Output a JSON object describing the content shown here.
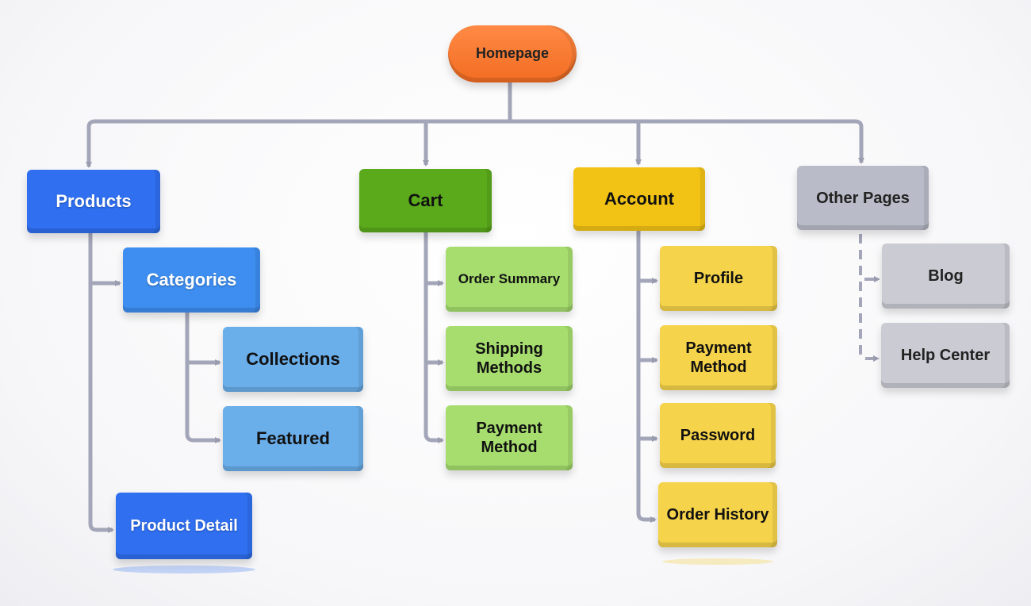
{
  "title": "Website Sitemap",
  "root": {
    "label": "Homepage",
    "color": "#f97a32"
  },
  "sections": [
    {
      "label": "Products",
      "color": "#2f6ff0",
      "children": [
        {
          "label": "Categories",
          "color": "#3d8ef0",
          "children": [
            {
              "label": "Collections",
              "color": "#6aaeea"
            },
            {
              "label": "Featured",
              "color": "#6aaeea"
            }
          ]
        },
        {
          "label": "Product Detail",
          "color": "#2f6ff0"
        }
      ]
    },
    {
      "label": "Cart",
      "color": "#5aaa1c",
      "children": [
        {
          "label": "Order Summary"
        },
        {
          "label": "Shipping Methods"
        },
        {
          "label": "Payment Method"
        }
      ],
      "child_color": "#a6dd6e"
    },
    {
      "label": "Account",
      "color": "#f2c315",
      "children": [
        {
          "label": "Profile"
        },
        {
          "label": "Payment Method"
        },
        {
          "label": "Password"
        },
        {
          "label": "Order History"
        }
      ],
      "child_color": "#f5d34a"
    },
    {
      "label": "Other Pages",
      "color": "#b9bcc8",
      "children": [
        {
          "label": "Blog"
        },
        {
          "label": "Help Center"
        }
      ],
      "child_color": "#cacbd3",
      "link_style": "dashed"
    }
  ],
  "connector_color": "#a3a6b8"
}
